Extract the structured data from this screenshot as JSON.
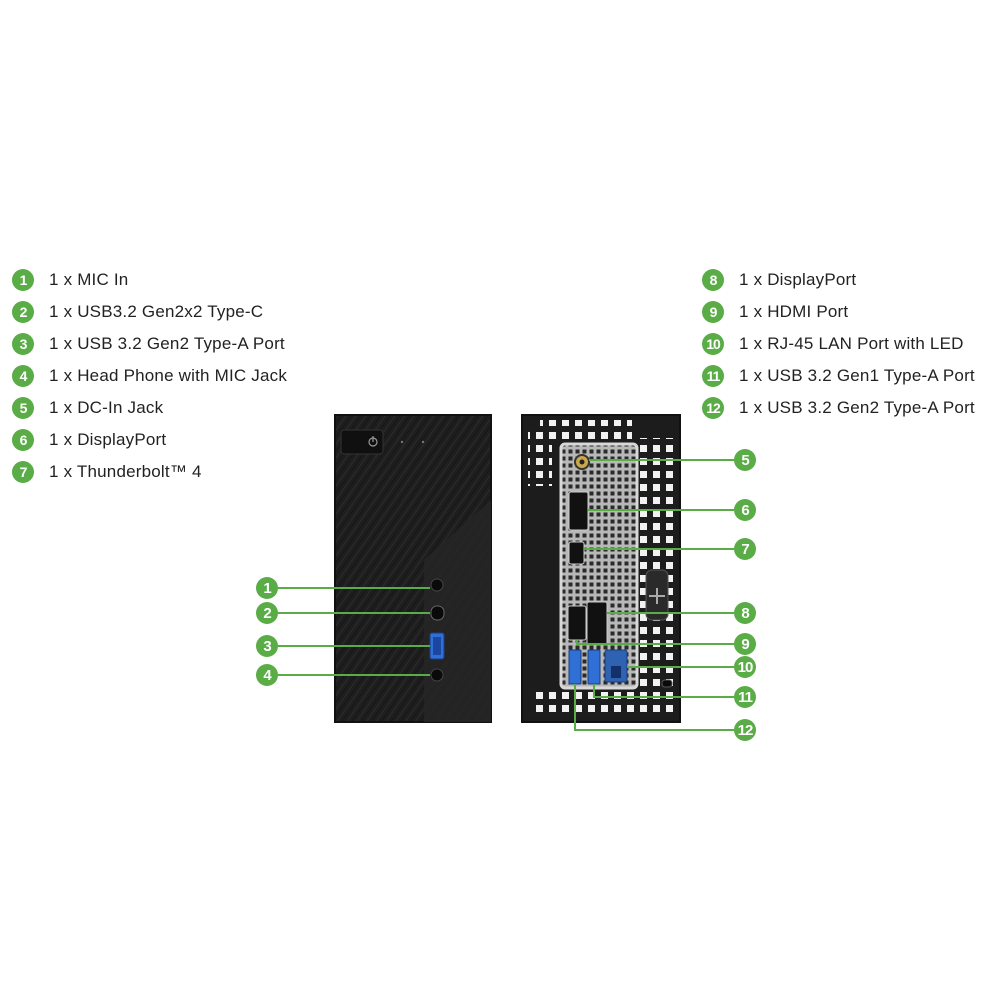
{
  "legend_left": [
    {
      "num": "1",
      "text": "1 x MIC In"
    },
    {
      "num": "2",
      "text": "1 x USB3.2 Gen2x2 Type-C"
    },
    {
      "num": "3",
      "text": "1 x USB 3.2 Gen2 Type-A Port"
    },
    {
      "num": "4",
      "text": "1 x Head Phone with MIC Jack"
    },
    {
      "num": "5",
      "text": "1 x DC-In Jack"
    },
    {
      "num": "6",
      "text": "1 x DisplayPort"
    },
    {
      "num": "7",
      "text": "1 x Thunderbolt™ 4"
    }
  ],
  "legend_right": [
    {
      "num": "8",
      "text": "1 x DisplayPort"
    },
    {
      "num": "9",
      "text": "1 x HDMI Port"
    },
    {
      "num": "10",
      "text": "1 x RJ-45 LAN Port with LED"
    },
    {
      "num": "11",
      "text": "1 x USB 3.2 Gen1 Type-A Port"
    },
    {
      "num": "12",
      "text": "1 x USB 3.2 Gen2 Type-A Port"
    }
  ],
  "colors": {
    "accent": "#5aac47",
    "case": "#1c1c1c",
    "io_shield": "#b4b4b4"
  },
  "icons": {
    "front_power": "power-icon",
    "rear_power": "plus-icon"
  }
}
